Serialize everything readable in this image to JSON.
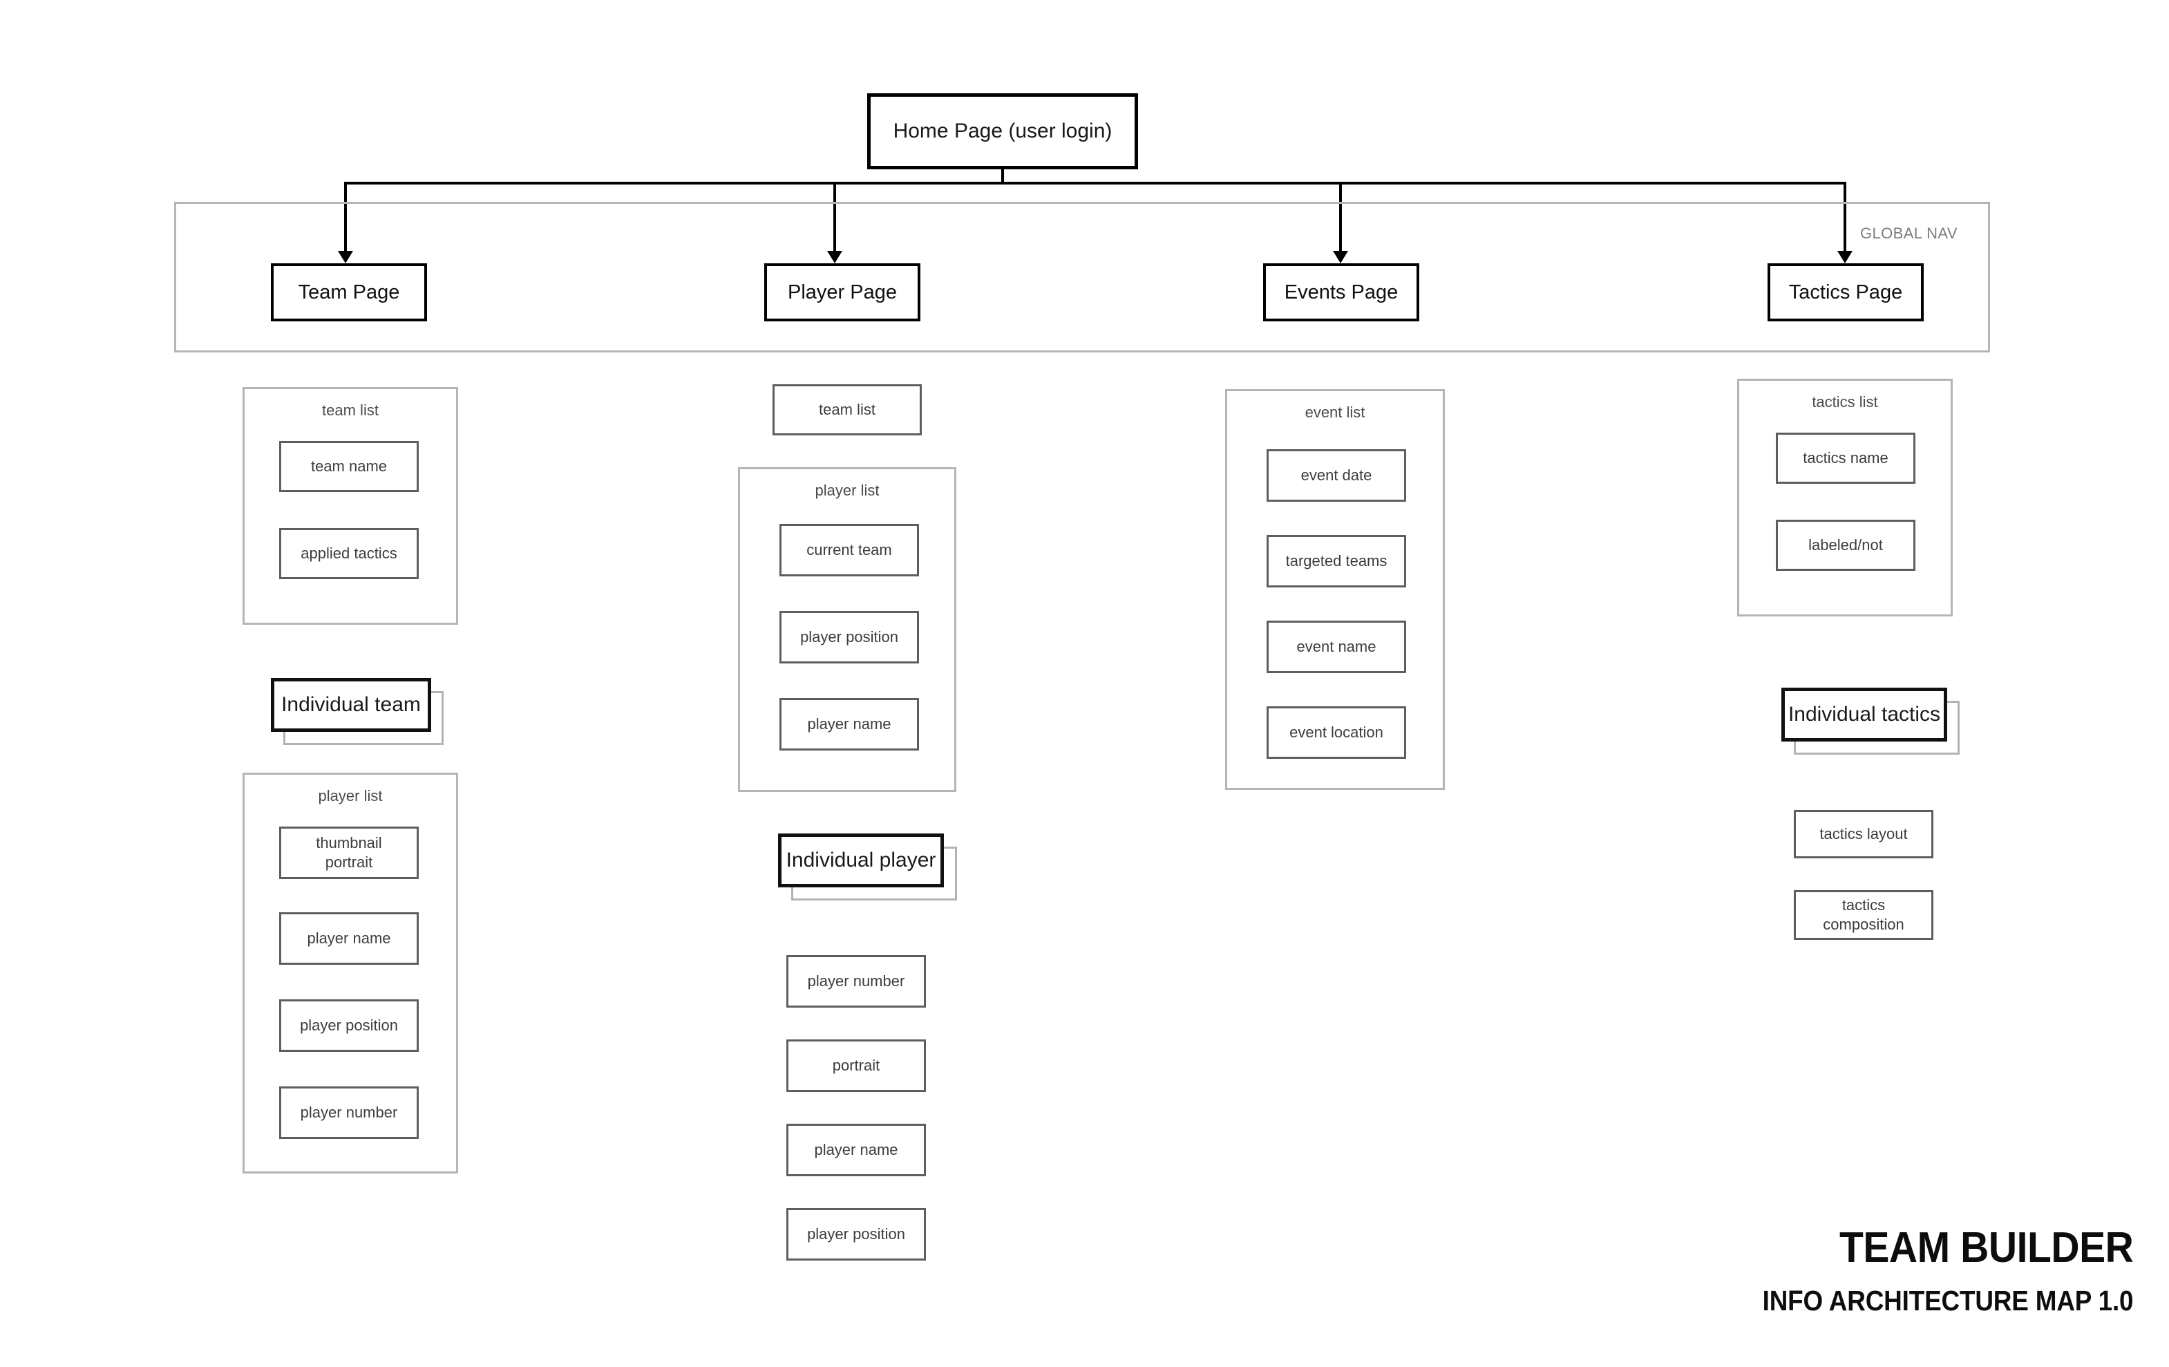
{
  "document": {
    "title": "TEAM BUILDER",
    "subtitle": "INFO ARCHITECTURE MAP 1.0"
  },
  "colors": {
    "background": "#ffffff",
    "primary_stroke": "#000000",
    "field_stroke": "#5e5e5e",
    "group_stroke": "#b5b5b5",
    "shadow_stroke": "#b3b3b3",
    "nav_label": "#7d7d7d",
    "field_text": "#3d3d3d"
  },
  "root": {
    "label": "Home Page (user login)"
  },
  "global_nav": {
    "label": "GLOBAL NAV",
    "items": [
      {
        "label": "Team Page"
      },
      {
        "label": "Player Page"
      },
      {
        "label": "Events Page"
      },
      {
        "label": "Tactics Page"
      }
    ]
  },
  "columns": [
    {
      "name": "team-page-column",
      "groups": [
        {
          "title": "team list",
          "fields": [
            "team name",
            "applied tactics"
          ]
        },
        {
          "title": "player list",
          "fields": [
            "thumbnail portrait",
            "player name",
            "player position",
            "player number"
          ]
        }
      ],
      "card": {
        "label": "Individual team"
      },
      "loose_fields": []
    },
    {
      "name": "player-page-column",
      "standalone_field": "team list",
      "groups": [
        {
          "title": "player list",
          "fields": [
            "current team",
            "player position",
            "player name"
          ]
        }
      ],
      "card": {
        "label": "Individual player"
      },
      "loose_fields": [
        "player number",
        "portrait",
        "player name",
        "player position"
      ]
    },
    {
      "name": "events-page-column",
      "groups": [
        {
          "title": "event list",
          "fields": [
            "event date",
            "targeted teams",
            "event name",
            "event location"
          ]
        }
      ],
      "card": null,
      "loose_fields": []
    },
    {
      "name": "tactics-page-column",
      "groups": [
        {
          "title": "tactics list",
          "fields": [
            "tactics name",
            "labeled/not"
          ]
        }
      ],
      "card": {
        "label": "Individual tactics"
      },
      "loose_fields": [
        "tactics layout",
        "tactics composition"
      ]
    }
  ],
  "nodes": {
    "team_list_title": "team list",
    "team_name": "team name",
    "applied_tactics": "applied tactics",
    "individual_team": "Individual team",
    "col1_player_list_title": "player list",
    "thumbnail_portrait_line1": "thumbnail",
    "thumbnail_portrait_line2": "portrait",
    "col1_player_name": "player name",
    "col1_player_position": "player position",
    "col1_player_number": "player number",
    "col2_team_list": "team list",
    "col2_player_list_title": "player list",
    "current_team": "current team",
    "col2_player_position": "player position",
    "col2_player_name": "player name",
    "individual_player": "Individual player",
    "col2_loose_player_number": "player number",
    "col2_loose_portrait": "portrait",
    "col2_loose_player_name": "player name",
    "col2_loose_player_position": "player position",
    "event_list_title": "event list",
    "event_date": "event date",
    "targeted_teams": "targeted teams",
    "event_name": "event name",
    "event_location": "event location",
    "tactics_list_title": "tactics list",
    "tactics_name": "tactics name",
    "labeled_not": "labeled/not",
    "individual_tactics": "Individual tactics",
    "tactics_layout": "tactics layout",
    "tactics_composition_line1": "tactics",
    "tactics_composition_line2": "composition"
  }
}
